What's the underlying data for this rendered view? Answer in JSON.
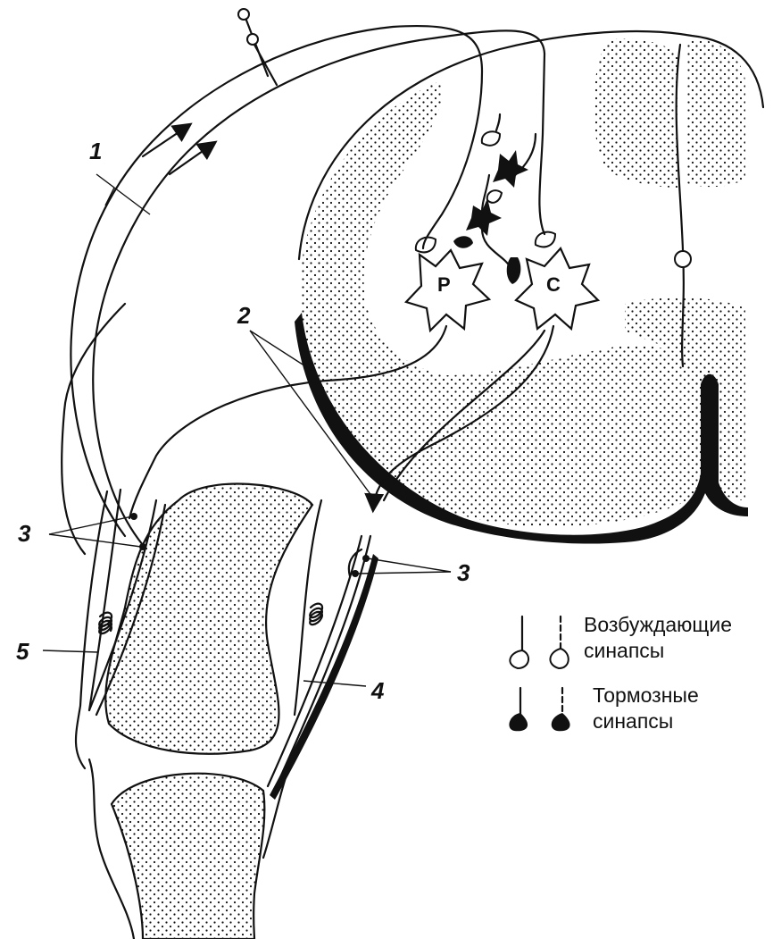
{
  "labels": {
    "afferent": "1",
    "efferent": "2",
    "spindle_left": "3",
    "spindle_right": "3",
    "muscle_right": "4",
    "muscle_left": "5"
  },
  "cells": {
    "left_motoneuron": "Р",
    "right_motoneuron": "С"
  },
  "legend": {
    "excitatory": "Возбуждающие\nсинапсы",
    "excitatory_line1": "Возбуждающие",
    "excitatory_line2": "синапсы",
    "inhibitory_line1": "Тормозные",
    "inhibitory_line2": "синапсы"
  },
  "colors": {
    "ink": "#111111",
    "background": "#ffffff"
  }
}
